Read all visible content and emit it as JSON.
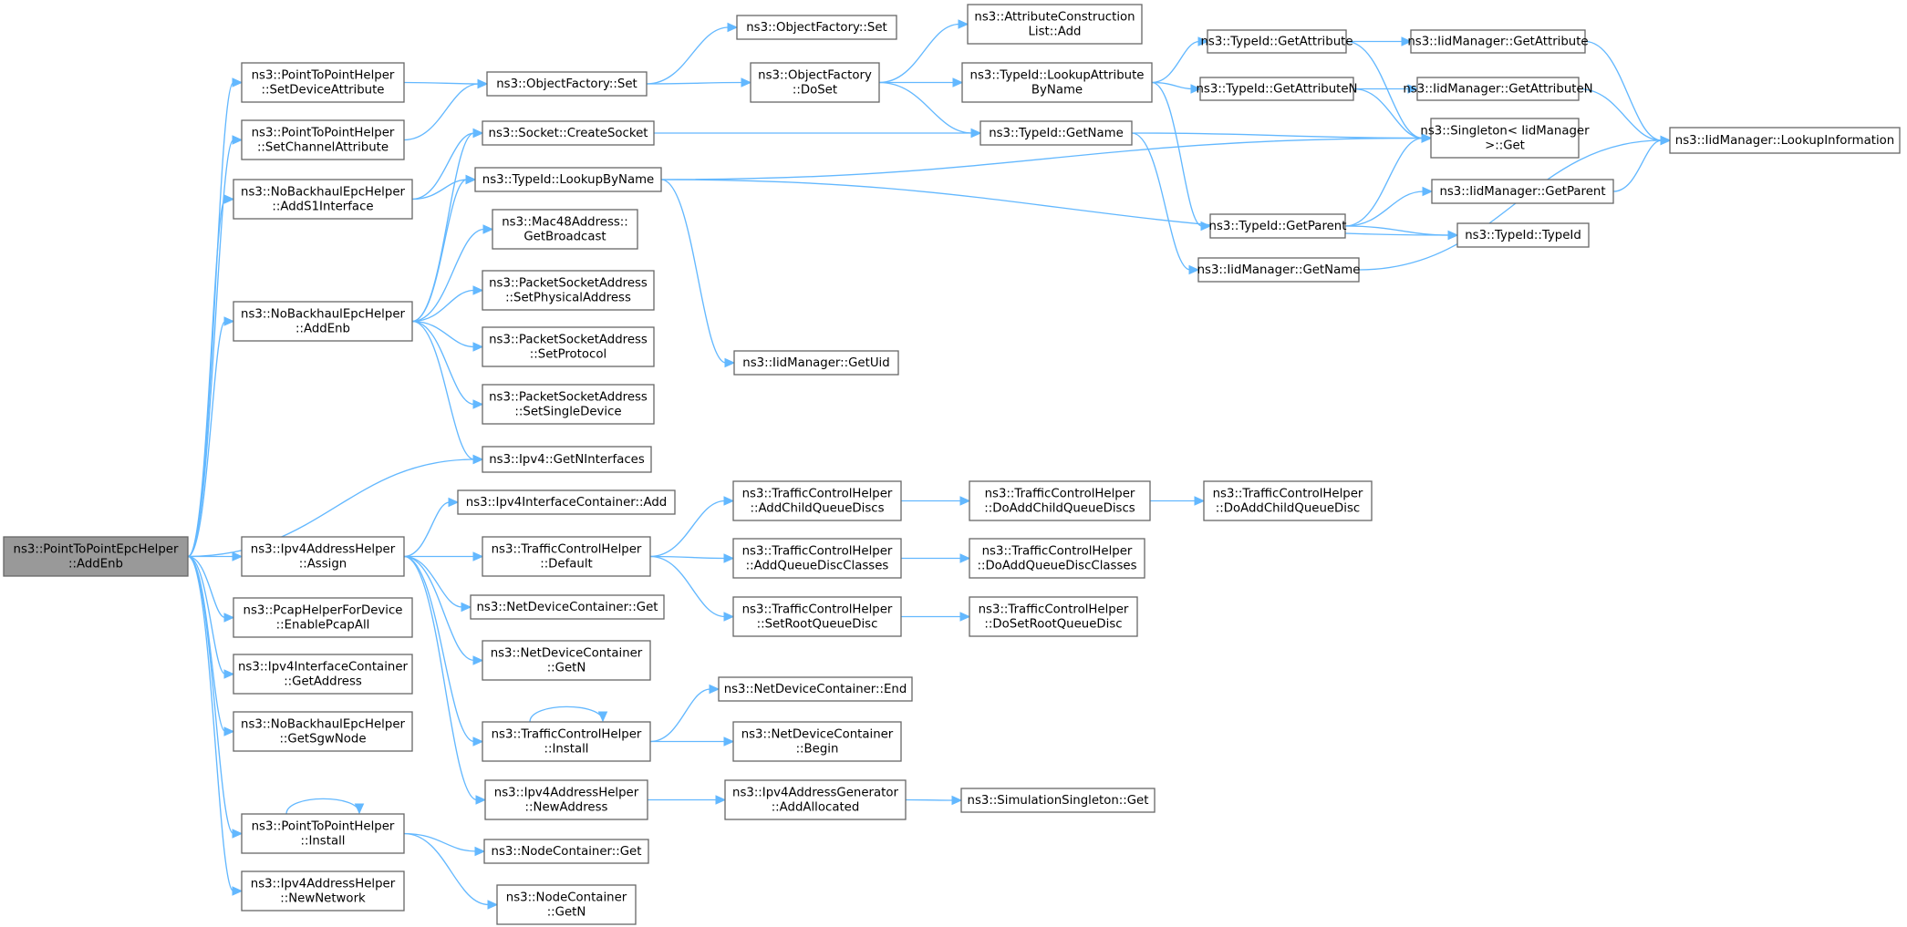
{
  "nodes": [
    {
      "id": "root",
      "lines": [
        "ns3::PointToPointEpcHelper",
        "::AddEnb"
      ],
      "root": true
    },
    {
      "id": "p2p_setdev",
      "lines": [
        "ns3::PointToPointHelper",
        "::SetDeviceAttribute"
      ]
    },
    {
      "id": "p2p_setch",
      "lines": [
        "ns3::PointToPointHelper",
        "::SetChannelAttribute"
      ]
    },
    {
      "id": "nbh_adds1",
      "lines": [
        "ns3::NoBackhaulEpcHelper",
        "::AddS1Interface"
      ]
    },
    {
      "id": "nbh_addenb",
      "lines": [
        "ns3::NoBackhaulEpcHelper",
        "::AddEnb"
      ]
    },
    {
      "id": "ipv4_getn",
      "lines": [
        "ns3::Ipv4::GetNInterfaces"
      ]
    },
    {
      "id": "ipv4ah_assign",
      "lines": [
        "ns3::Ipv4AddressHelper",
        "::Assign"
      ]
    },
    {
      "id": "pcap",
      "lines": [
        "ns3::PcapHelperForDevice",
        "::EnablePcapAll"
      ]
    },
    {
      "id": "ipv4ic_getaddr",
      "lines": [
        "ns3::Ipv4InterfaceContainer",
        "::GetAddress"
      ]
    },
    {
      "id": "nbh_sgw",
      "lines": [
        "ns3::NoBackhaulEpcHelper",
        "::GetSgwNode"
      ]
    },
    {
      "id": "p2p_install",
      "lines": [
        "ns3::PointToPointHelper",
        "::Install"
      ]
    },
    {
      "id": "ipv4ah_newnet",
      "lines": [
        "ns3::Ipv4AddressHelper",
        "::NewNetwork"
      ]
    },
    {
      "id": "of_set",
      "lines": [
        "ns3::ObjectFactory::Set"
      ]
    },
    {
      "id": "of_set2",
      "lines": [
        "ns3::ObjectFactory::Set"
      ]
    },
    {
      "id": "of_doset",
      "lines": [
        "ns3::ObjectFactory",
        "::DoSet"
      ]
    },
    {
      "id": "acl_add",
      "lines": [
        "ns3::AttributeConstruction",
        "List::Add"
      ]
    },
    {
      "id": "tid_lookupattr",
      "lines": [
        "ns3::TypeId::LookupAttribute",
        "ByName"
      ]
    },
    {
      "id": "tid_getattr",
      "lines": [
        "ns3::TypeId::GetAttribute"
      ]
    },
    {
      "id": "iid_getattr",
      "lines": [
        "ns3::IidManager::GetAttribute"
      ]
    },
    {
      "id": "tid_getattrn",
      "lines": [
        "ns3::TypeId::GetAttributeN"
      ]
    },
    {
      "id": "iid_getattrn",
      "lines": [
        "ns3::IidManager::GetAttributeN"
      ]
    },
    {
      "id": "iid_lookupinfo",
      "lines": [
        "ns3::IidManager::LookupInformation"
      ]
    },
    {
      "id": "singleton_get",
      "lines": [
        "ns3::Singleton< IidManager",
        ">::Get"
      ]
    },
    {
      "id": "sock_create",
      "lines": [
        "ns3::Socket::CreateSocket"
      ]
    },
    {
      "id": "tid_getname",
      "lines": [
        "ns3::TypeId::GetName"
      ]
    },
    {
      "id": "tid_lookupbyname",
      "lines": [
        "ns3::TypeId::LookupByName"
      ]
    },
    {
      "id": "tid_getparent",
      "lines": [
        "ns3::TypeId::GetParent"
      ]
    },
    {
      "id": "iid_getparent",
      "lines": [
        "ns3::IidManager::GetParent"
      ]
    },
    {
      "id": "tid_typeid",
      "lines": [
        "ns3::TypeId::TypeId"
      ]
    },
    {
      "id": "iid_getname",
      "lines": [
        "ns3::IidManager::GetName"
      ]
    },
    {
      "id": "mac48_bcast",
      "lines": [
        "ns3::Mac48Address::",
        "GetBroadcast"
      ]
    },
    {
      "id": "psa_setphys",
      "lines": [
        "ns3::PacketSocketAddress",
        "::SetPhysicalAddress"
      ]
    },
    {
      "id": "psa_setproto",
      "lines": [
        "ns3::PacketSocketAddress",
        "::SetProtocol"
      ]
    },
    {
      "id": "psa_setsingle",
      "lines": [
        "ns3::PacketSocketAddress",
        "::SetSingleDevice"
      ]
    },
    {
      "id": "iid_getuid",
      "lines": [
        "ns3::IidManager::GetUid"
      ]
    },
    {
      "id": "ipv4ic_add",
      "lines": [
        "ns3::Ipv4InterfaceContainer::Add"
      ]
    },
    {
      "id": "tch_default",
      "lines": [
        "ns3::TrafficControlHelper",
        "::Default"
      ]
    },
    {
      "id": "ndc_get",
      "lines": [
        "ns3::NetDeviceContainer::Get"
      ]
    },
    {
      "id": "ndc_getn",
      "lines": [
        "ns3::NetDeviceContainer",
        "::GetN"
      ]
    },
    {
      "id": "tch_install",
      "lines": [
        "ns3::TrafficControlHelper",
        "::Install"
      ]
    },
    {
      "id": "ipv4ah_newaddr",
      "lines": [
        "ns3::Ipv4AddressHelper",
        "::NewAddress"
      ]
    },
    {
      "id": "tch_addchild",
      "lines": [
        "ns3::TrafficControlHelper",
        "::AddChildQueueDiscs"
      ]
    },
    {
      "id": "tch_addclasses",
      "lines": [
        "ns3::TrafficControlHelper",
        "::AddQueueDiscClasses"
      ]
    },
    {
      "id": "tch_setroot",
      "lines": [
        "ns3::TrafficControlHelper",
        "::SetRootQueueDisc"
      ]
    },
    {
      "id": "tch_doaddchilds",
      "lines": [
        "ns3::TrafficControlHelper",
        "::DoAddChildQueueDiscs"
      ]
    },
    {
      "id": "tch_doaddchild",
      "lines": [
        "ns3::TrafficControlHelper",
        "::DoAddChildQueueDisc"
      ]
    },
    {
      "id": "tch_doaddclasses",
      "lines": [
        "ns3::TrafficControlHelper",
        "::DoAddQueueDiscClasses"
      ]
    },
    {
      "id": "tch_dosetroot",
      "lines": [
        "ns3::TrafficControlHelper",
        "::DoSetRootQueueDisc"
      ]
    },
    {
      "id": "ndc_end",
      "lines": [
        "ns3::NetDeviceContainer::End"
      ]
    },
    {
      "id": "ndc_begin",
      "lines": [
        "ns3::NetDeviceContainer",
        "::Begin"
      ]
    },
    {
      "id": "ipv4ag_addalloc",
      "lines": [
        "ns3::Ipv4AddressGenerator",
        "::AddAllocated"
      ]
    },
    {
      "id": "simsingleton_get",
      "lines": [
        "ns3::SimulationSingleton::Get"
      ]
    },
    {
      "id": "nc_get",
      "lines": [
        "ns3::NodeContainer::Get"
      ]
    },
    {
      "id": "nc_getn",
      "lines": [
        "ns3::NodeContainer",
        "::GetN"
      ]
    }
  ],
  "edges": [
    [
      "root",
      "p2p_setdev"
    ],
    [
      "root",
      "p2p_setch"
    ],
    [
      "root",
      "nbh_adds1"
    ],
    [
      "root",
      "nbh_addenb"
    ],
    [
      "root",
      "ipv4_getn"
    ],
    [
      "root",
      "ipv4ah_assign"
    ],
    [
      "root",
      "pcap"
    ],
    [
      "root",
      "ipv4ic_getaddr"
    ],
    [
      "root",
      "nbh_sgw"
    ],
    [
      "root",
      "p2p_install"
    ],
    [
      "root",
      "ipv4ah_newnet"
    ],
    [
      "p2p_setdev",
      "of_set"
    ],
    [
      "p2p_setch",
      "of_set"
    ],
    [
      "of_set",
      "of_set2"
    ],
    [
      "of_set",
      "of_doset"
    ],
    [
      "of_doset",
      "acl_add"
    ],
    [
      "of_doset",
      "tid_lookupattr"
    ],
    [
      "of_doset",
      "tid_getname"
    ],
    [
      "tid_lookupattr",
      "tid_getattr"
    ],
    [
      "tid_lookupattr",
      "tid_getattrn"
    ],
    [
      "tid_lookupattr",
      "tid_getparent"
    ],
    [
      "tid_getattr",
      "iid_getattr"
    ],
    [
      "tid_getattr",
      "singleton_get"
    ],
    [
      "iid_getattr",
      "iid_lookupinfo"
    ],
    [
      "tid_getattrn",
      "iid_getattrn"
    ],
    [
      "tid_getattrn",
      "singleton_get"
    ],
    [
      "iid_getattrn",
      "iid_lookupinfo"
    ],
    [
      "tid_getname",
      "singleton_get"
    ],
    [
      "tid_getname",
      "iid_getname"
    ],
    [
      "iid_getname",
      "iid_lookupinfo"
    ],
    [
      "tid_getparent",
      "singleton_get"
    ],
    [
      "tid_getparent",
      "iid_getparent"
    ],
    [
      "tid_getparent",
      "tid_typeid"
    ],
    [
      "iid_getparent",
      "iid_lookupinfo"
    ],
    [
      "nbh_adds1",
      "sock_create"
    ],
    [
      "nbh_adds1",
      "tid_lookupbyname"
    ],
    [
      "sock_create",
      "tid_getname"
    ],
    [
      "tid_lookupbyname",
      "singleton_get"
    ],
    [
      "tid_lookupbyname",
      "iid_getuid"
    ],
    [
      "tid_lookupbyname",
      "tid_typeid"
    ],
    [
      "nbh_addenb",
      "sock_create"
    ],
    [
      "nbh_addenb",
      "tid_lookupbyname"
    ],
    [
      "nbh_addenb",
      "mac48_bcast"
    ],
    [
      "nbh_addenb",
      "psa_setphys"
    ],
    [
      "nbh_addenb",
      "psa_setproto"
    ],
    [
      "nbh_addenb",
      "psa_setsingle"
    ],
    [
      "nbh_addenb",
      "ipv4_getn"
    ],
    [
      "ipv4ah_assign",
      "ipv4ic_add"
    ],
    [
      "ipv4ah_assign",
      "tch_default"
    ],
    [
      "ipv4ah_assign",
      "ndc_get"
    ],
    [
      "ipv4ah_assign",
      "ndc_getn"
    ],
    [
      "ipv4ah_assign",
      "tch_install"
    ],
    [
      "ipv4ah_assign",
      "ipv4ah_newaddr"
    ],
    [
      "tch_default",
      "tch_addchild"
    ],
    [
      "tch_default",
      "tch_addclasses"
    ],
    [
      "tch_default",
      "tch_setroot"
    ],
    [
      "tch_addchild",
      "tch_doaddchilds"
    ],
    [
      "tch_doaddchilds",
      "tch_doaddchild"
    ],
    [
      "tch_addclasses",
      "tch_doaddclasses"
    ],
    [
      "tch_setroot",
      "tch_dosetroot"
    ],
    [
      "tch_install",
      "tch_install"
    ],
    [
      "tch_install",
      "ndc_end"
    ],
    [
      "tch_install",
      "ndc_begin"
    ],
    [
      "ipv4ah_newaddr",
      "ipv4ag_addalloc"
    ],
    [
      "ipv4ag_addalloc",
      "simsingleton_get"
    ],
    [
      "p2p_install",
      "p2p_install"
    ],
    [
      "p2p_install",
      "nc_get"
    ],
    [
      "p2p_install",
      "nc_getn"
    ]
  ]
}
